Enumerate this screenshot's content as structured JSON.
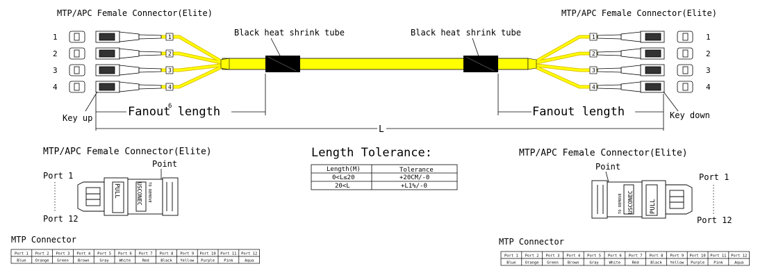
{
  "labels": {
    "connector_top_left": "MTP/APC Female Connector(Elite)",
    "connector_top_right": "MTP/APC Female Connector(Elite)",
    "heat_shrink_left": "Black heat shrink tube",
    "heat_shrink_right": "Black heat shrink tube",
    "fanout_left": "Fanout length",
    "fanout_right": "Fanout length",
    "key_up": "Key up",
    "key_down": "Key down",
    "total_length": "L",
    "small_mark": "6",
    "detail_left_title": "MTP/APC Female Connector(Elite)",
    "detail_right_title": "MTP/APC Female Connector(Elite)",
    "point_left": "Point",
    "point_right": "Point",
    "port1_left": "Port 1",
    "port12_left": "Port 12",
    "port1_right": "Port 1",
    "port12_right": "Port 12",
    "body_text_pull": "PULL",
    "body_text_usconec": "USCONEC",
    "body_text_remove": "TO REMOVE"
  },
  "legs": [
    "1",
    "2",
    "3",
    "4"
  ],
  "tolerance": {
    "title": "Length Tolerance:",
    "headers": [
      "Length(M)",
      "Tolerance"
    ],
    "rows": [
      [
        "0<L≤20",
        "+20CM/-0"
      ],
      [
        "20<L",
        "+L1%/-0"
      ]
    ]
  },
  "mtp_table": {
    "title": "MTP Connector",
    "ports": [
      "Port 1",
      "Port 2",
      "Port 3",
      "Port 4",
      "Port 5",
      "Port 6",
      "Port 7",
      "Port 8",
      "Port 9",
      "Port 10",
      "Port 11",
      "Port 12"
    ],
    "colors": [
      "Blue",
      "Orange",
      "Green",
      "Brown",
      "Gray",
      "White",
      "Red",
      "Black",
      "Yellow",
      "Purple",
      "Pink",
      "Aqua"
    ]
  },
  "colors": {
    "cable_yellow": "#ffff00",
    "heat_shrink_black": "#000000",
    "line": "#000000"
  }
}
